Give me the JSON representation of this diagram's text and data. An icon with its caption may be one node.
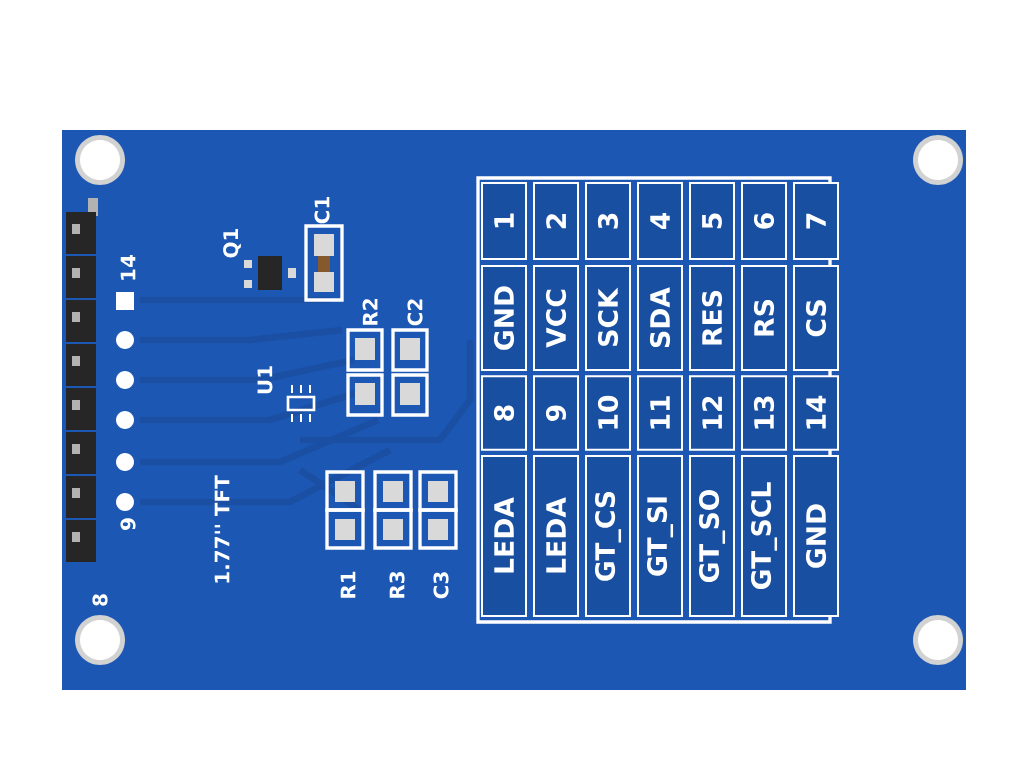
{
  "diagram": {
    "labels": [
      "C1",
      "Q1",
      "14",
      "R2",
      "C2",
      "U1",
      "1.77'' TFT",
      "9",
      "8",
      "R1",
      "R3",
      "C3",
      "1",
      "2",
      "3",
      "4",
      "5",
      "6",
      "7",
      "GND",
      "VCC",
      "SCK",
      "SDA",
      "RES",
      "RS",
      "CS",
      "8",
      "9",
      "10",
      "11",
      "12",
      "13",
      "14",
      "LEDA",
      "LEDA",
      "GT_CS",
      "GT_SI",
      "GT_SO",
      "GT_SCL",
      "GND"
    ]
  }
}
